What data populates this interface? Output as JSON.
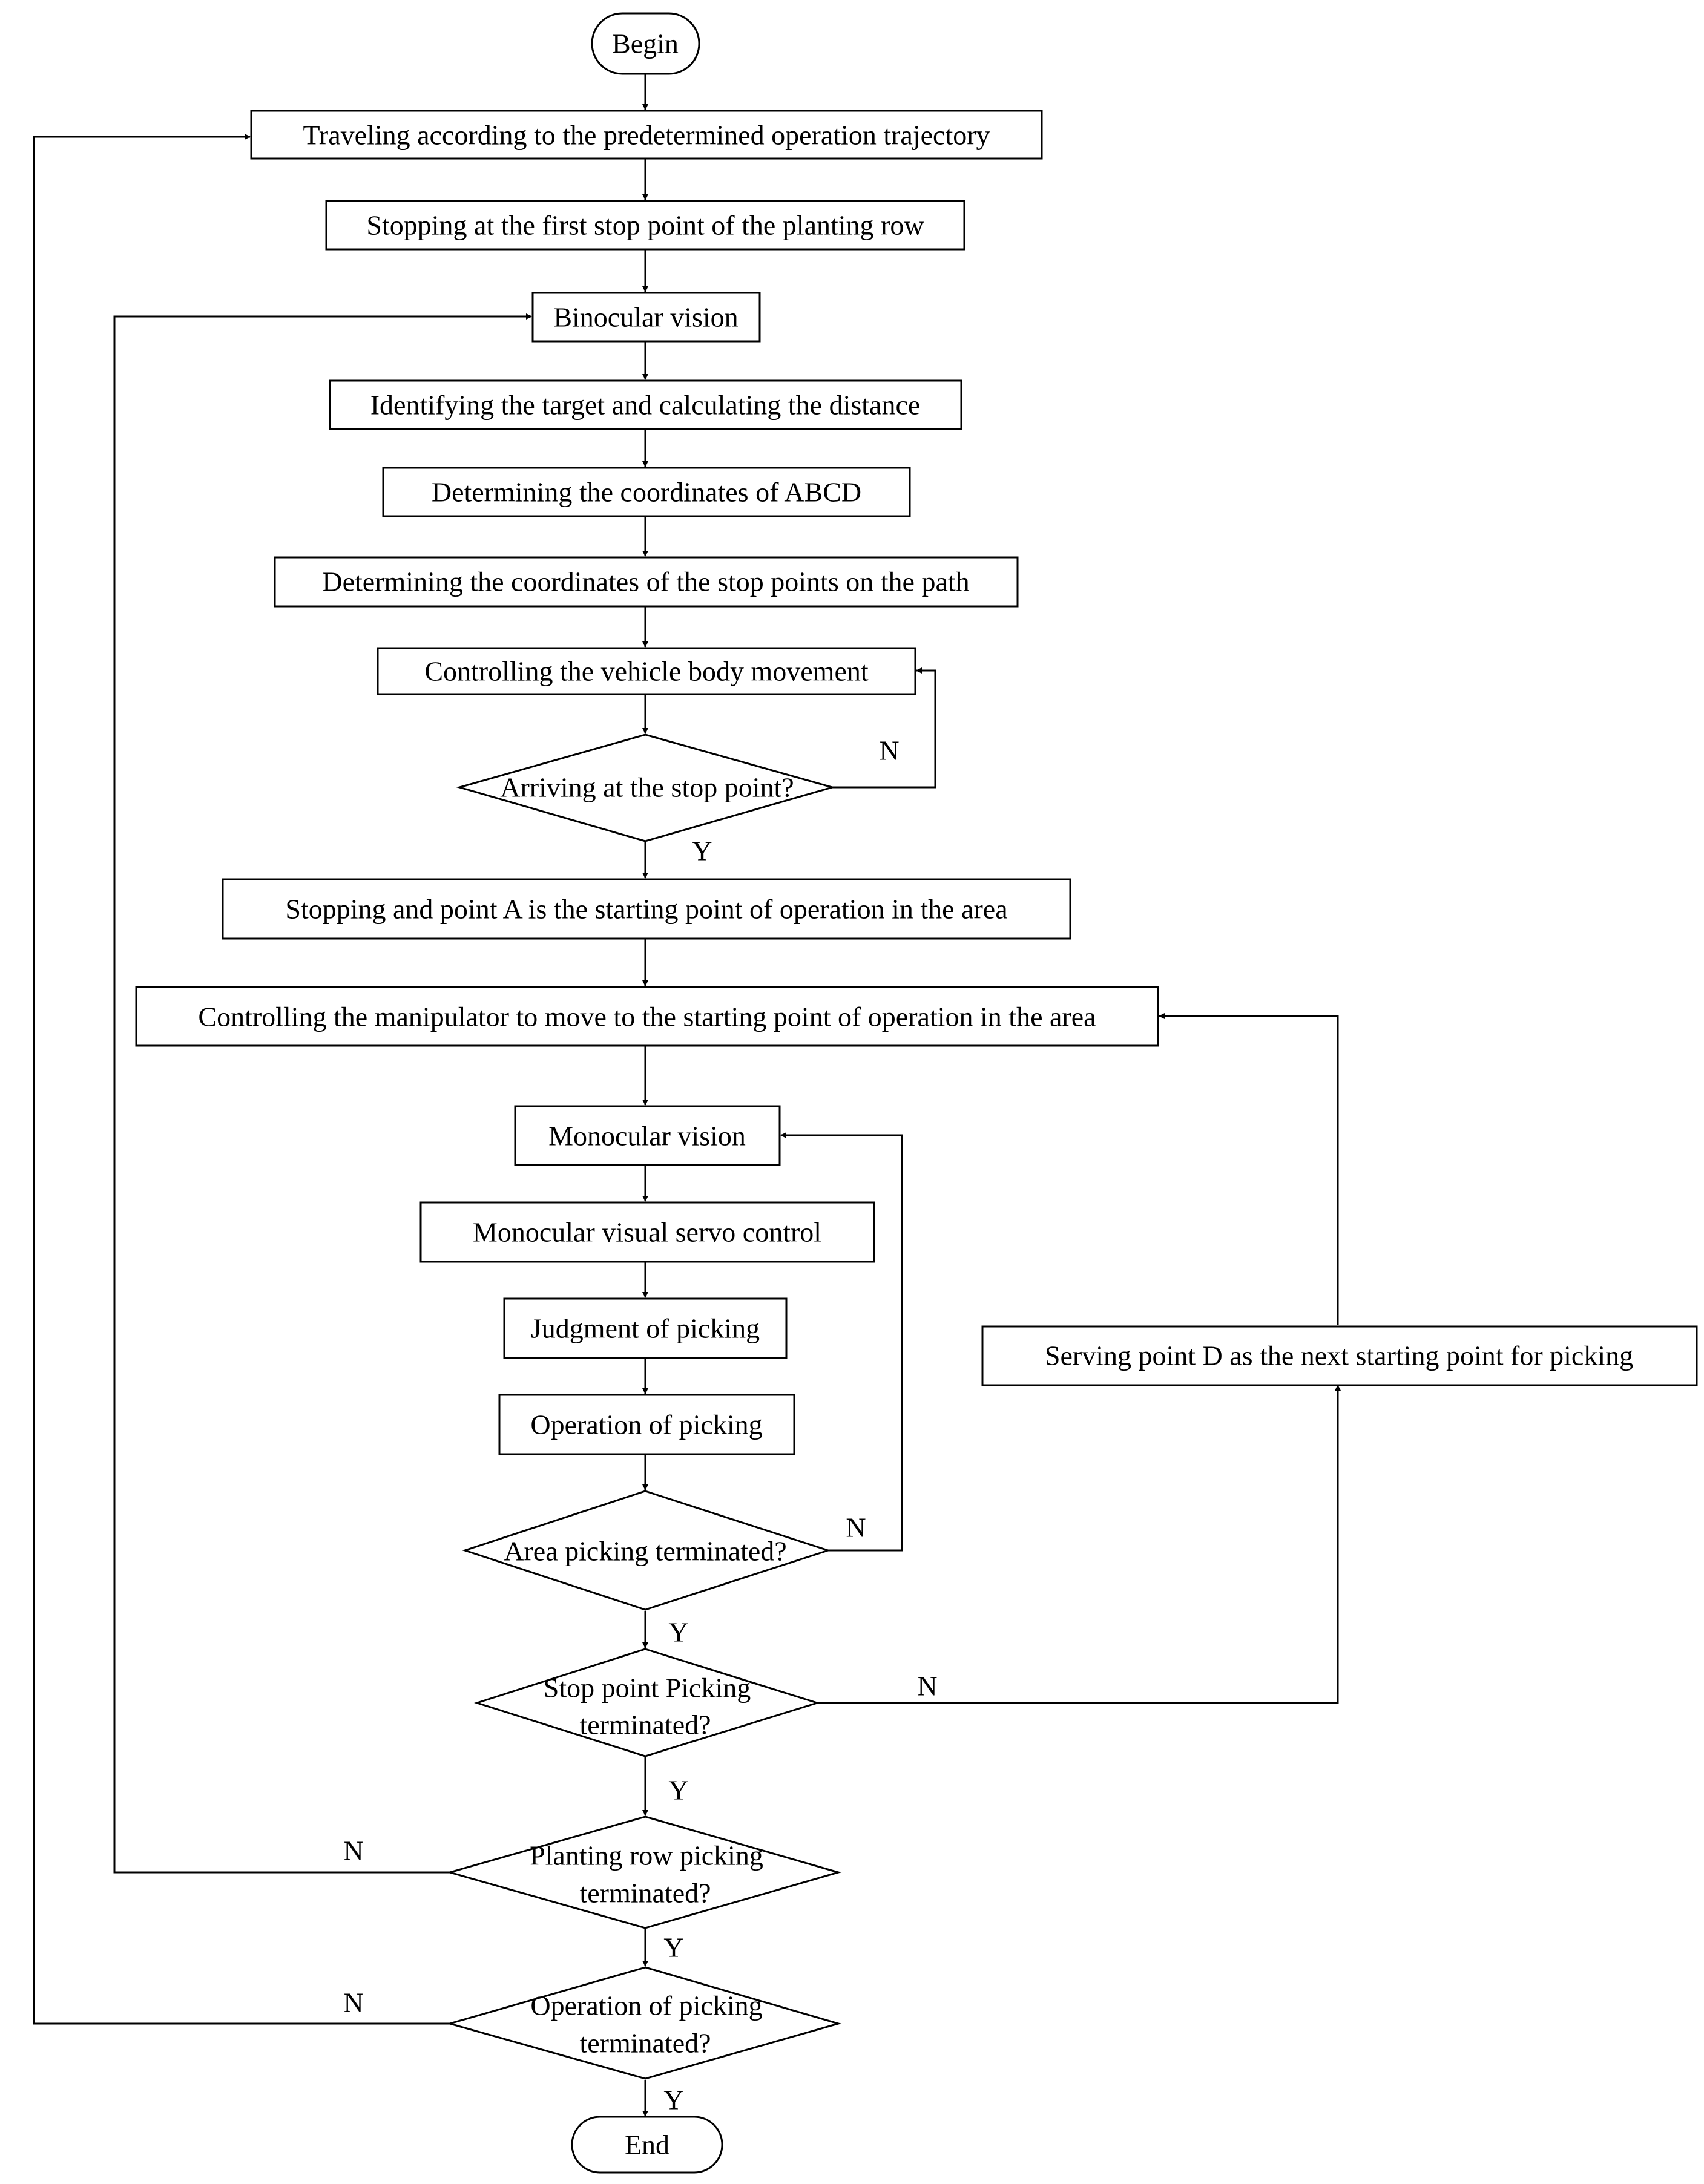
{
  "flowchart": {
    "begin": "Begin",
    "end": "End",
    "steps": {
      "traveling": "Traveling according to the predetermined operation trajectory",
      "stopping_first": "Stopping at the first stop point of the planting row",
      "binocular": "Binocular vision",
      "identifying": "Identifying the target and calculating the distance",
      "coords_abcd": "Determining the coordinates of ABCD",
      "coords_stops": "Determining the coordinates of the stop points on the path",
      "controlling_vehicle": "Controlling the vehicle body movement",
      "stopping_a": "Stopping and point A is the starting point of operation in the area",
      "controlling_manipulator": "Controlling the manipulator to move to the starting point of operation in the area",
      "monocular_vision": "Monocular vision",
      "servo": "Monocular visual servo control",
      "judgment": "Judgment of picking",
      "operation": "Operation of picking",
      "serving_d": "Serving point D as the next starting point for picking"
    },
    "decisions": {
      "arriving": [
        "Arriving at the stop point?"
      ],
      "area_terminated": [
        "Area picking terminated?"
      ],
      "stop_point_terminated": [
        "Stop point Picking",
        "terminated?"
      ],
      "row_terminated": [
        "Planting row picking",
        "terminated?"
      ],
      "operation_terminated": [
        "Operation of picking",
        "terminated?"
      ]
    },
    "branch_labels": {
      "yes": "Y",
      "no": "N"
    }
  }
}
